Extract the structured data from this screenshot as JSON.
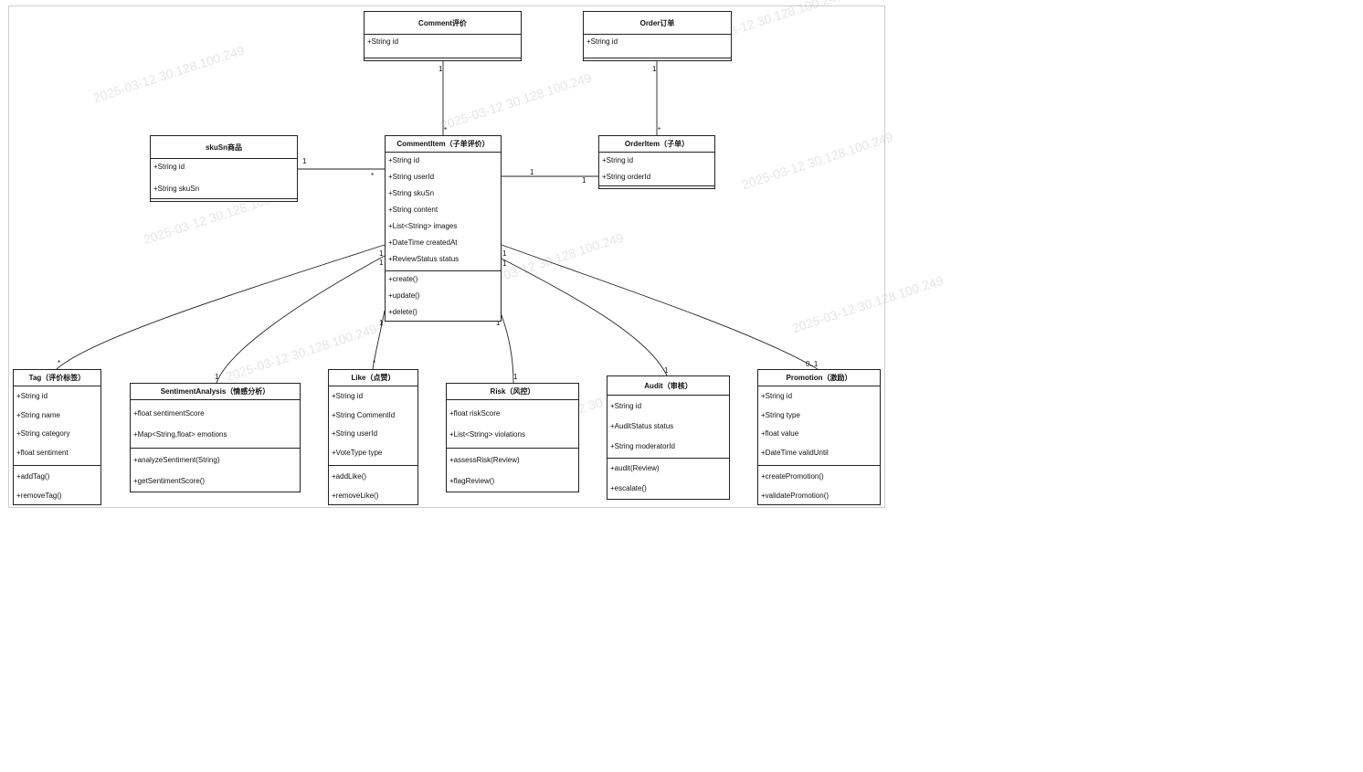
{
  "watermark": "2025-03-12 30.128.100.249",
  "classes": {
    "comment": {
      "title": "Comment评价",
      "attrs": [
        "+String id"
      ],
      "methods": []
    },
    "order": {
      "title": "Order订单",
      "attrs": [
        "+String id"
      ],
      "methods": []
    },
    "skusn": {
      "title": "skuSn商品",
      "attrs": [
        "+String id",
        "+String skuSn"
      ],
      "methods": []
    },
    "commentitem": {
      "title": "CommentItem（子单评价）",
      "attrs": [
        "+String id",
        "+String userId",
        "+String skuSn",
        "+String content",
        "+List<String> images",
        "+DateTime createdAt",
        "+ReviewStatus status"
      ],
      "methods": [
        "+create()",
        "+update()",
        "+delete()"
      ]
    },
    "orderitem": {
      "title": "OrderItem（子单）",
      "attrs": [
        "+String id",
        "+String orderId"
      ],
      "methods": []
    },
    "tag": {
      "title": "Tag（评价标签）",
      "attrs": [
        "+String id",
        "+String name",
        "+String category",
        "+float sentiment"
      ],
      "methods": [
        "+addTag()",
        "+removeTag()"
      ]
    },
    "sentiment": {
      "title": "SentimentAnalysis（情感分析）",
      "attrs": [
        "+float sentimentScore",
        "+Map<String,float> emotions"
      ],
      "methods": [
        "+analyzeSentiment(String)",
        "+getSentimentScore()"
      ]
    },
    "like": {
      "title": "Like（点赞）",
      "attrs": [
        "+String id",
        "+String CommentId",
        "+String userId",
        "+VoteType type"
      ],
      "methods": [
        "+addLike()",
        "+removeLike()"
      ]
    },
    "risk": {
      "title": "Risk（风控）",
      "attrs": [
        "+float riskScore",
        "+List<String> violations"
      ],
      "methods": [
        "+assessRisk(Review)",
        "+flagReview()"
      ]
    },
    "audit": {
      "title": "Audit（审核）",
      "attrs": [
        "+String id",
        "+AuditStatus status",
        "+String moderatorId"
      ],
      "methods": [
        "+audit(Review)",
        "+escalate()"
      ]
    },
    "promotion": {
      "title": "Promotion（激励）",
      "attrs": [
        "+String id",
        "+String type",
        "+float value",
        "+DateTime validUntil"
      ],
      "methods": [
        "+createPromotion()",
        "+validatePromotion()"
      ]
    }
  },
  "multiplicities": {
    "comment_one": "1",
    "comment_many": "*",
    "order_one": "1",
    "order_many": "*",
    "sku_one": "1",
    "sku_many": "*",
    "orderitem_ci": "1",
    "orderitem_oi": "1",
    "tag_ci": "1",
    "tag_end": "*",
    "sent_ci": "1",
    "sent_end": "1",
    "like_ci": "1",
    "like_end": "*",
    "risk_ci": "1",
    "risk_end": "1",
    "audit_ci": "1",
    "audit_end": "1",
    "promo_ci": "1",
    "promo_end": "0..1"
  }
}
